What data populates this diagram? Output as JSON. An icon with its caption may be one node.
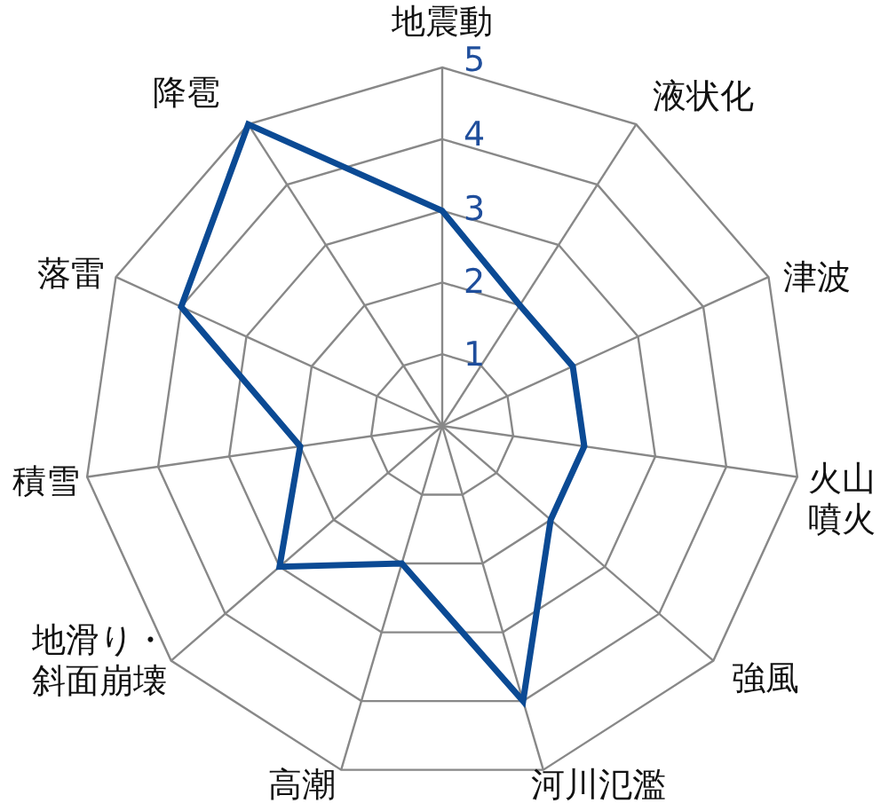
{
  "diagram": {
    "labels": [
      "地震動",
      "5",
      "降雹",
      "液状化",
      "4",
      "3",
      "落雷",
      "2",
      "津波",
      "1",
      "積雪",
      "火山噴火",
      "地滑り・斜面崩壊",
      "強風",
      "高潮",
      "河川氾濫"
    ]
  }
}
